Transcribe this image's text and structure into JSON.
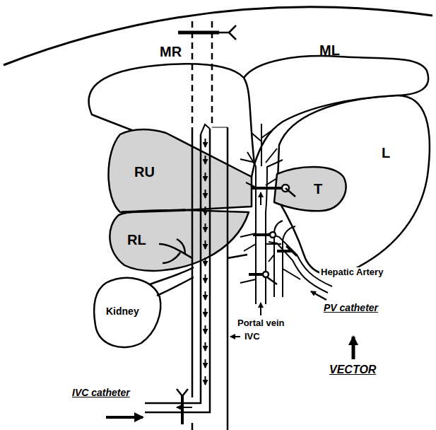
{
  "diagram": {
    "labels": [
      "MR",
      "ML",
      "RU",
      "L",
      "RL",
      "T",
      "Hepatic Artery",
      "Kidney",
      "Portal vein",
      "PV catheter",
      "IVC",
      "VECTOR",
      "IVC catheter"
    ]
  }
}
